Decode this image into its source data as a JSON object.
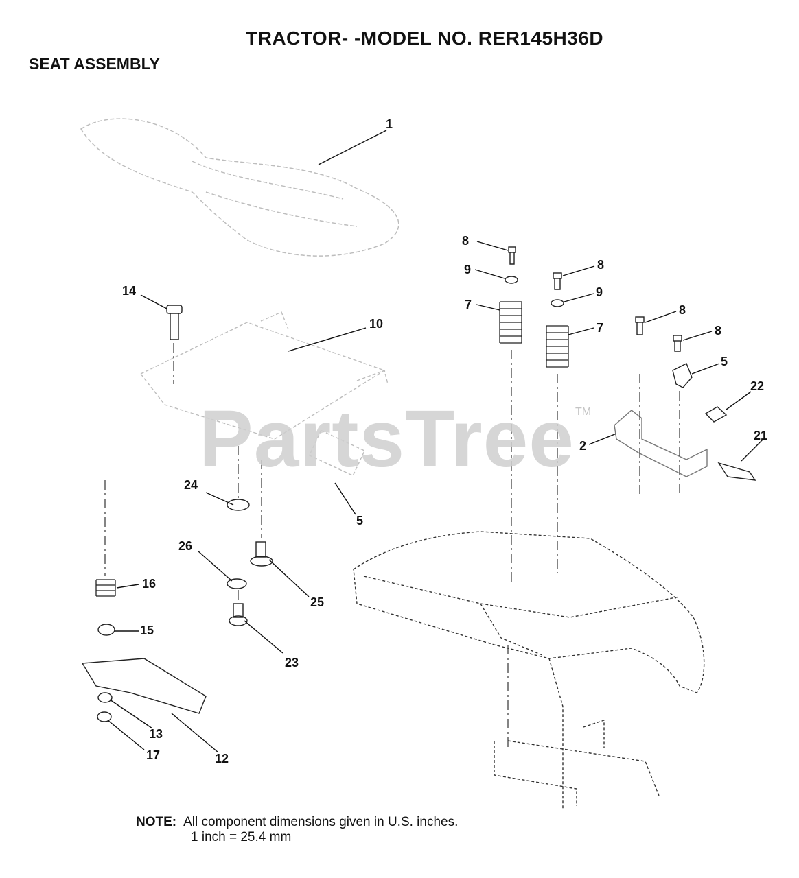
{
  "header": {
    "title": "TRACTOR- -MODEL NO. RER145H36D",
    "subtitle": "SEAT ASSEMBLY"
  },
  "watermark": {
    "text": "PartsTree",
    "trademark": "TM"
  },
  "callouts": [
    "1",
    "2",
    "5",
    "5",
    "7",
    "7",
    "8",
    "8",
    "8",
    "8",
    "9",
    "9",
    "10",
    "12",
    "13",
    "14",
    "15",
    "16",
    "17",
    "21",
    "22",
    "23",
    "24",
    "25",
    "26"
  ],
  "note": {
    "label": "NOTE:",
    "line1": "All component dimensions given in U.S. inches.",
    "line2": "1 inch = 25.4 mm"
  },
  "colors": {
    "line": "#111111",
    "light_line": "#bdbdbd",
    "watermark": "#cfcfcf"
  }
}
